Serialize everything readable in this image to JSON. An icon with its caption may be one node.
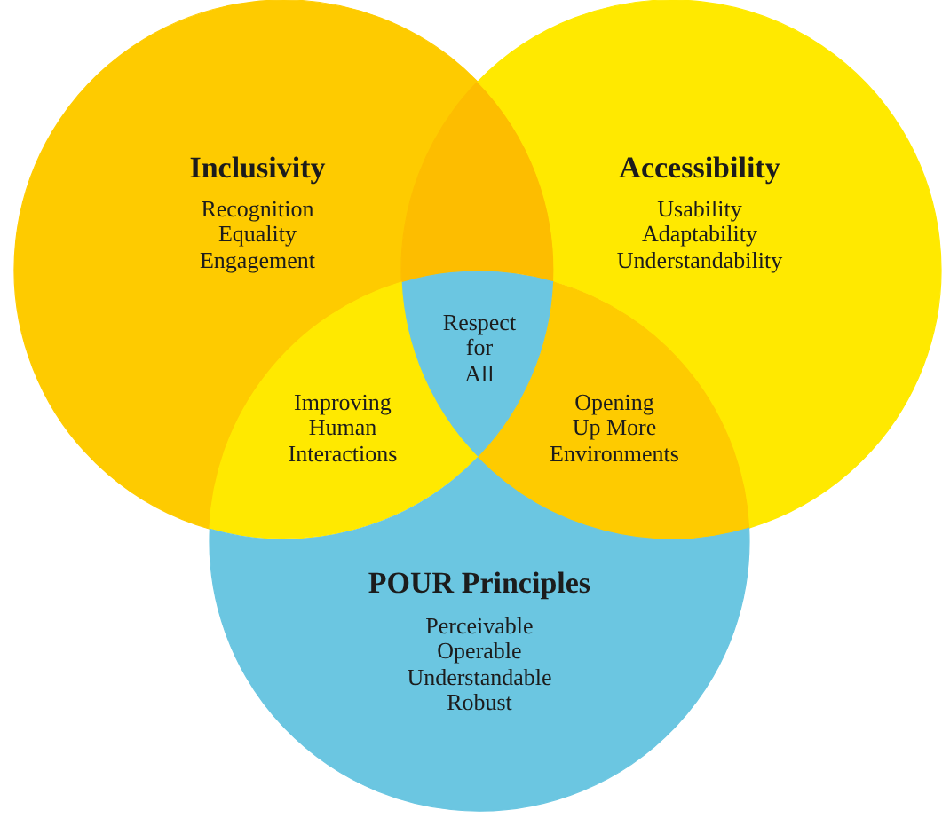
{
  "diagram": {
    "nodes": [
      {
        "text": [
          "Inclusivity",
          "Recognition",
          "Equality",
          "Engagement"
        ]
      },
      {
        "text": [],
        "shape": "lens"
      },
      {
        "text": [
          "Accessibility",
          "Usability",
          "Adaptability",
          "Understandability"
        ]
      },
      {
        "text": [
          "Respect for All"
        ]
      },
      {
        "text": [
          "Improving Human Interactions"
        ]
      },
      {
        "text": [
          "Opening Up More Environments"
        ]
      },
      {
        "text": [
          "POUR Principles",
          "Perceivable",
          "Operable",
          "Understandable",
          "Robust"
        ]
      }
    ]
  }
}
